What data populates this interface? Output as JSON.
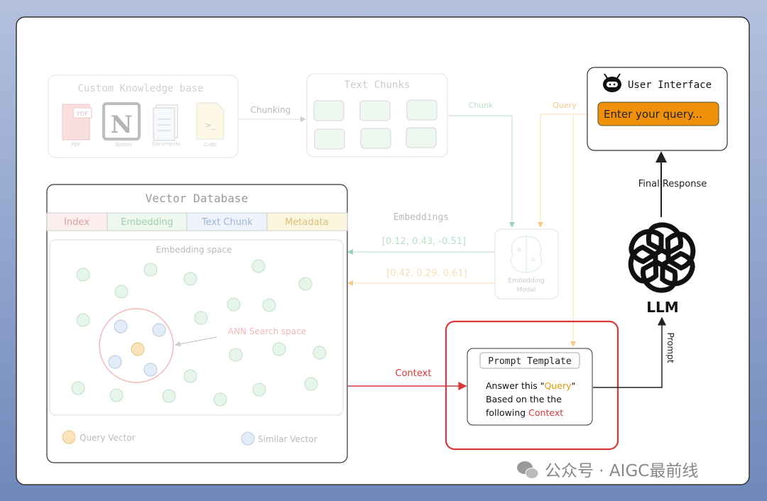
{
  "knowledge_base": {
    "title": "Custom Knowledge base",
    "items": [
      "PDF",
      "Notion",
      "Documents",
      "Code"
    ],
    "pdf_badge": "PDF"
  },
  "chunking_label": "Chunking",
  "text_chunks": {
    "title": "Text Chunks"
  },
  "chunk_label": "Chunk",
  "query_label": "Query",
  "user_interface": {
    "title": "User Interface",
    "input_placeholder": "Enter your query..."
  },
  "final_response_label": "Final Response",
  "vector_db": {
    "title": "Vector Database",
    "columns": [
      "Index",
      "Embedding",
      "Text Chunk",
      "Metadata"
    ],
    "space_label": "Embedding space",
    "ann_label": "ANN Search space",
    "legend": {
      "query": "Query Vector",
      "similar": "Similar Vector"
    }
  },
  "embeddings_label": "Embeddings",
  "vector1": "[0.12, 0.43, -0.51]",
  "vector2": "[0.42, 0.29, 0.61]",
  "embedding_model": {
    "line1": "Embedding",
    "line2": "Model"
  },
  "context_label": "Context",
  "prompt": {
    "title": "Prompt Template",
    "line1a": "Answer this \"",
    "query": "Query",
    "line1b": "\"",
    "line2": "Based on the the",
    "line3a": "following ",
    "context": "Context"
  },
  "llm_label": "LLM",
  "prompt_label": "Prompt",
  "watermark": "公众号 · AIGC最前线",
  "colors": {
    "orange": "#f0900a",
    "red": "#d9373a",
    "green": "#9fd3b4",
    "orange_faint": "#f5c98a"
  }
}
